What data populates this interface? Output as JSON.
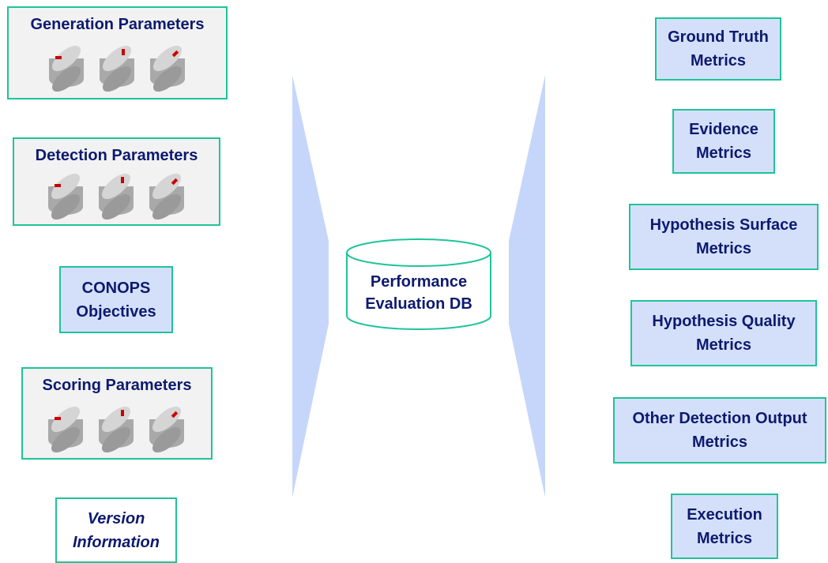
{
  "inputs": {
    "generation_parameters": "Generation Parameters",
    "detection_parameters": "Detection Parameters",
    "conops": [
      "CONOPS",
      "Objectives"
    ],
    "scoring_parameters": "Scoring Parameters",
    "version_information": [
      "Version",
      "Information"
    ]
  },
  "database": {
    "label": [
      "Performance",
      "Evaluation DB"
    ],
    "icon": "database-cylinder-icon"
  },
  "outputs": {
    "ground_truth": [
      "Ground Truth",
      "Metrics"
    ],
    "evidence": [
      "Evidence",
      "Metrics"
    ],
    "hypothesis_surface": [
      "Hypothesis Surface",
      "Metrics"
    ],
    "hypothesis_quality": [
      "Hypothesis Quality",
      "Metrics"
    ],
    "other_detection_output": [
      "Other Detection Output",
      "Metrics"
    ],
    "execution": [
      "Execution",
      "Metrics"
    ]
  },
  "knob_icon": "control-knob-icon",
  "colors": {
    "border": "#1fc499",
    "text": "#0d1a6e",
    "param_box_fill": "#f2f2f2",
    "metric_box_fill": "#d4e0fa",
    "funnel": "#c6d6fb",
    "knob_marker": "#cc0000"
  }
}
